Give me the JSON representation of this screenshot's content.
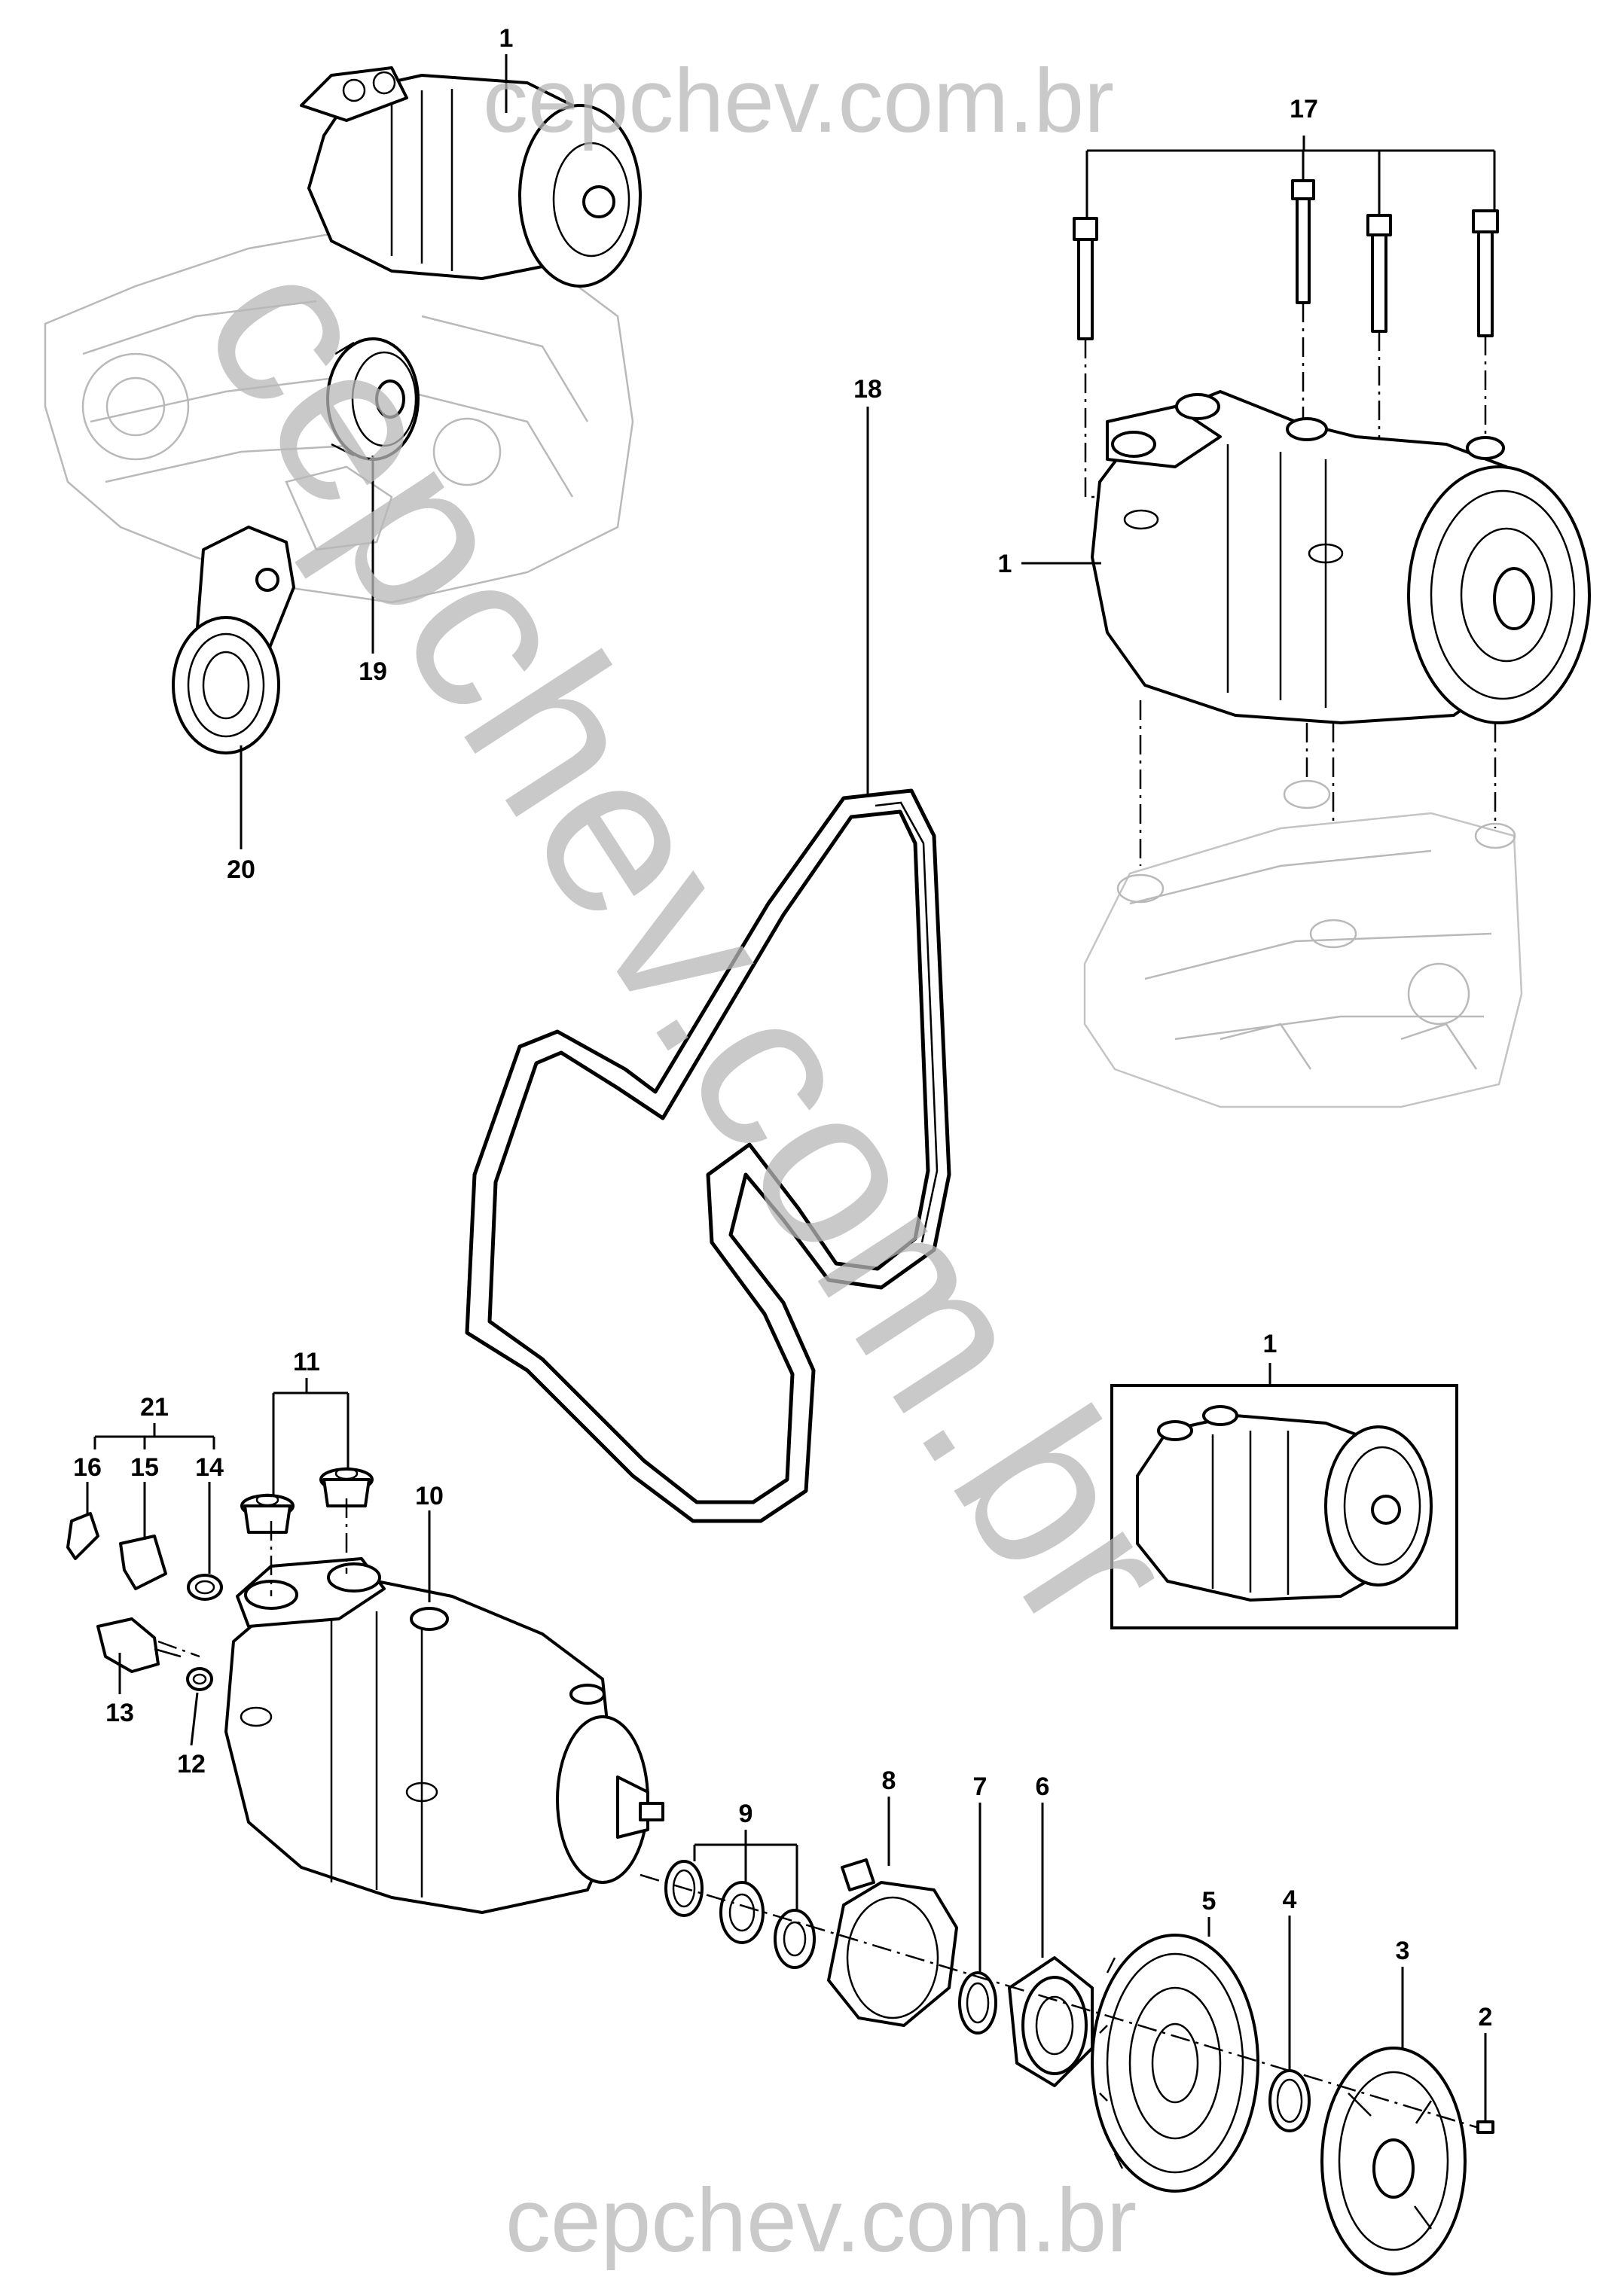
{
  "watermark": {
    "top": "cepchev.com.br",
    "diagonal": "cepchev.com.br",
    "bottom": "cepchev.com.br",
    "color": "#b8b8b8"
  },
  "callouts": {
    "c1_top": "1",
    "c17": "17",
    "c1_right": "1",
    "c19": "19",
    "c20": "20",
    "c18": "18",
    "c1_inset": "1",
    "c11": "11",
    "c21": "21",
    "c16": "16",
    "c15": "15",
    "c14": "14",
    "c10": "10",
    "c13": "13",
    "c12": "12",
    "c9": "9",
    "c8": "8",
    "c7": "7",
    "c6": "6",
    "c5": "5",
    "c4": "4",
    "c3": "3",
    "c2": "2"
  }
}
